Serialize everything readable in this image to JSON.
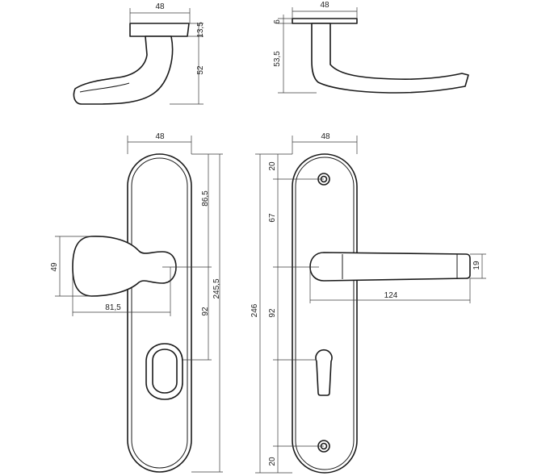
{
  "handle_top_left": {
    "width_label": "48",
    "rose_height_label": "13,5",
    "height_label": "52"
  },
  "handle_top_right": {
    "width_label": "48",
    "rose_height_label": "6",
    "height_label": "53,5"
  },
  "knob_plate": {
    "width_label": "48",
    "top_to_spindle_label": "86,5",
    "plate_height_label": "245,5",
    "spindle_to_cylinder_label": "92",
    "knob_height_label": "49",
    "knob_projection_label": "81,5"
  },
  "lever_plate": {
    "width_label": "48",
    "top_screw_label": "20",
    "screw_to_spindle_label": "67",
    "plate_height_label": "246",
    "spindle_to_cylinder_label": "92",
    "bottom_screw_label": "20",
    "lever_height_label": "19",
    "lever_length_label": "124"
  }
}
